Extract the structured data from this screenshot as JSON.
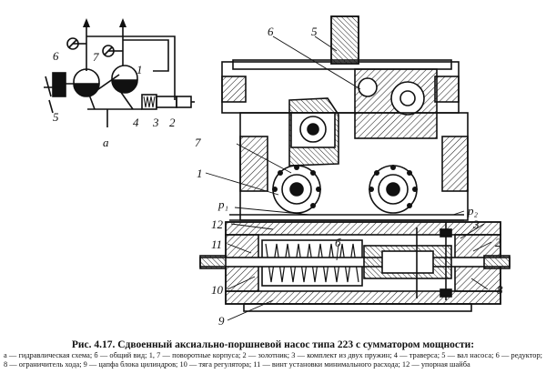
{
  "figure": {
    "labels": {
      "schematic_label": "а",
      "section_label": "б",
      "n1": "1",
      "n2": "2",
      "n3": "3",
      "n4": "4",
      "n5": "5",
      "n6": "6",
      "n7": "7",
      "n8": "8",
      "n9": "9",
      "n10": "10",
      "n11": "11",
      "n12": "12",
      "p1": "p₁",
      "p2": "p₂"
    }
  },
  "caption": {
    "label": "Рис. 4.17.",
    "title": "Сдвоенный аксиально-поршневой насос типа 223 с сумматором мощности:",
    "body": "а — гидравлическая схема; б — общий вид; 1, 7 — поворотные корпуса; 2 — золотник; 3 — комплект из двух пружин; 4 — траверса; 5 — вал насоса; 6 — редуктор; 8 — ограничитель хода; 9 — цапфа блока цилиндров; 10 — тяга регулятора; 11 — винт установки минимального расхода; 12 — упорная шайба"
  }
}
